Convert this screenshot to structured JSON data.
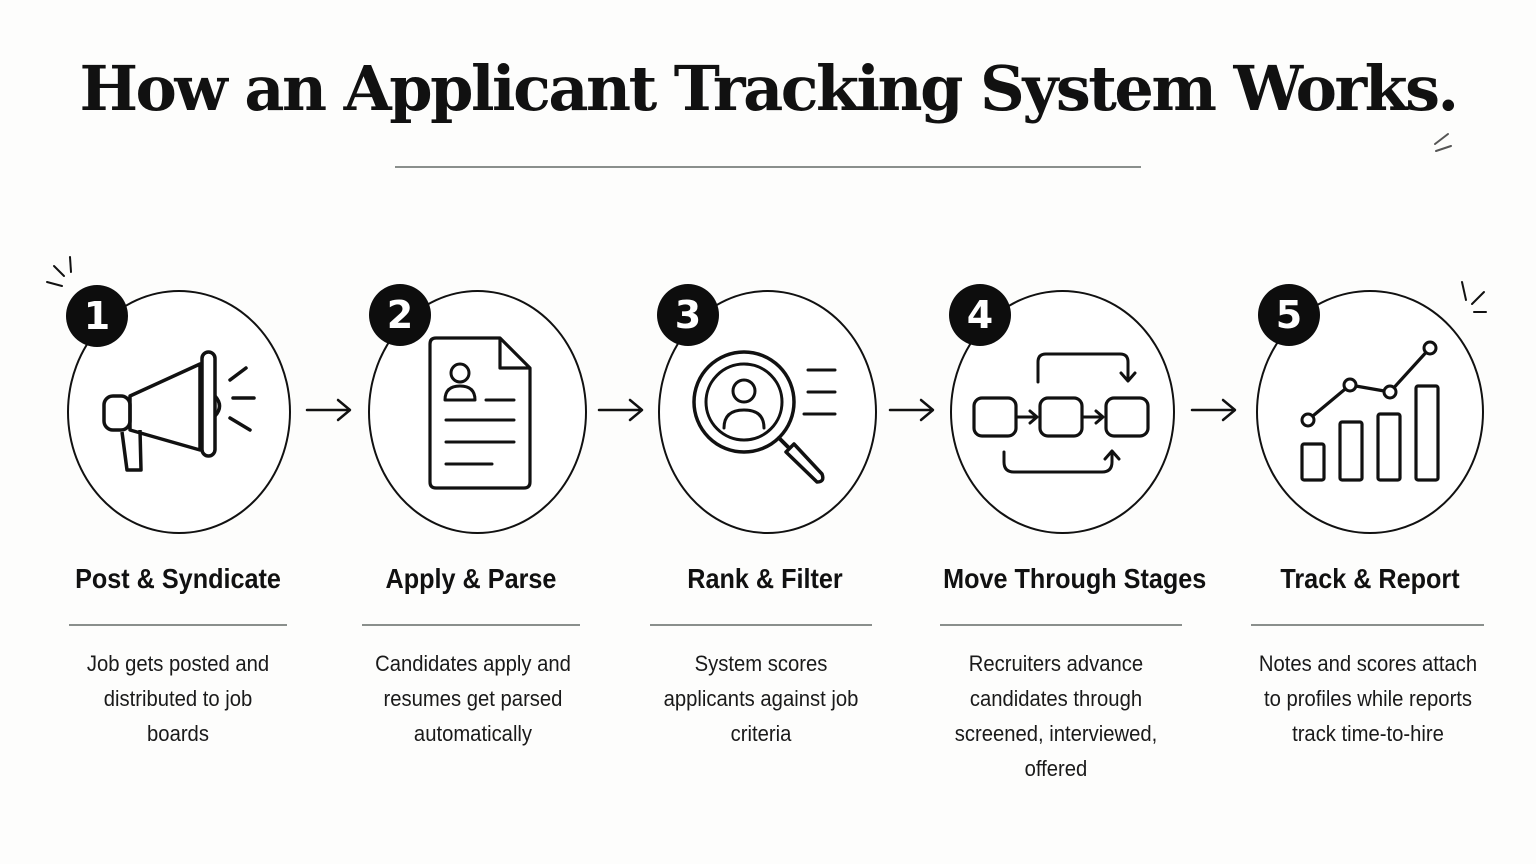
{
  "title": "How an Applicant Tracking System Works.",
  "steps": [
    {
      "number": "1",
      "title": "Post & Syndicate",
      "description": "Job gets posted and distributed to job boards",
      "icon": "megaphone-icon"
    },
    {
      "number": "2",
      "title": "Apply & Parse",
      "description": "Candidates apply and resumes get parsed automatically",
      "icon": "resume-document-icon"
    },
    {
      "number": "3",
      "title": "Rank & Filter",
      "description": "System scores applicants against job criteria",
      "icon": "candidate-search-icon"
    },
    {
      "number": "4",
      "title": "Move Through Stages",
      "description": "Recruiters advance candidates through screened, interviewed, offered",
      "icon": "workflow-stages-icon"
    },
    {
      "number": "5",
      "title": "Track & Report",
      "description": "Notes and scores attach to profiles while reports track time-to-hire",
      "icon": "growth-chart-icon"
    }
  ],
  "colors": {
    "ink": "#111111",
    "rule": "#8a8f8c",
    "background": "#fdfdfc"
  }
}
